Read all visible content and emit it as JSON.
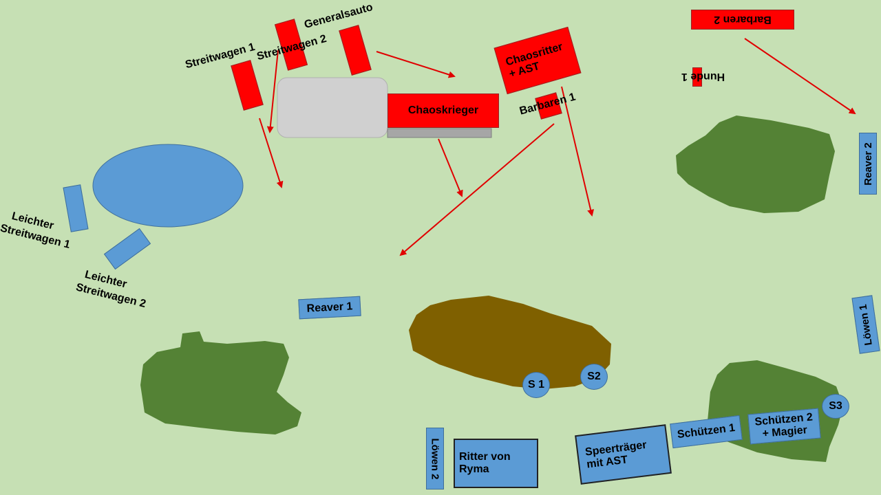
{
  "colors": {
    "background": "#c6e0b4",
    "red_unit": "#ff0000",
    "blue_unit": "#5b9bd5",
    "forest": "#548235",
    "hill": "#7f6000",
    "lake": "#5b9bd5",
    "building": "#d0d0d0",
    "arrow": "#e00000"
  },
  "red": {
    "streitwagen_1": "Streitwagen 1",
    "streitwagen_2": "Streitwagen 2",
    "generalsauto": "Generalsauto",
    "chaoskrieger": "Chaoskrieger",
    "chaosritter_line1": "Chaosritter",
    "chaosritter_line2": "+ AST",
    "barbaren_1": "Barbaren  1",
    "barbaren_2": "Barbaren  2",
    "hunde_1": "Hunde 1"
  },
  "blue": {
    "leichter_sw_1_line1": "Leichter",
    "leichter_sw_1_line2": "Streitwagen 1",
    "leichter_sw_2_line1": "Leichter",
    "leichter_sw_2_line2": "Streitwagen 2",
    "reaver_1": "Reaver 1",
    "reaver_2": "Reaver 2",
    "loewen_1": "Löwen 1",
    "loewen_2": "Löwen 2",
    "ritter_line1": "Ritter von",
    "ritter_line2": "Ryma",
    "speertraeger_line1": "Speerträger",
    "speertraeger_line2": "mit AST",
    "schuetzen_1": "Schützen 1",
    "schuetzen_2_line1": "Schützen 2",
    "schuetzen_2_line2": "+ Magier",
    "s1": "S 1",
    "s2": "S2",
    "s3": "S3"
  }
}
